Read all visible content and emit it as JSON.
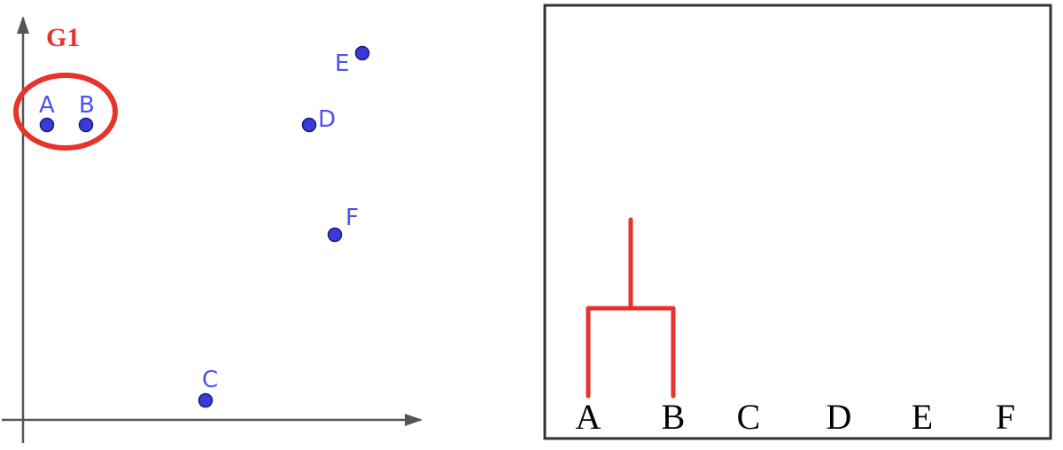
{
  "colors": {
    "axis": "#555555",
    "point_fill": "#3a3ad6",
    "point_stroke": "#1a1a80",
    "point_label": "#5050f0",
    "highlight": "#e8322c",
    "frame": "#333333",
    "leaf_text": "#000000"
  },
  "scatter": {
    "cluster_label": "G1",
    "points": [
      {
        "id": "A",
        "label": "A"
      },
      {
        "id": "B",
        "label": "B"
      },
      {
        "id": "C",
        "label": "C"
      },
      {
        "id": "D",
        "label": "D"
      },
      {
        "id": "E",
        "label": "E"
      },
      {
        "id": "F",
        "label": "F"
      }
    ],
    "highlighted_cluster": [
      "A",
      "B"
    ]
  },
  "dendrogram": {
    "leaves": [
      "A",
      "B",
      "C",
      "D",
      "E",
      "F"
    ],
    "merges": [
      {
        "children": [
          "A",
          "B"
        ],
        "name": "G1"
      }
    ]
  }
}
